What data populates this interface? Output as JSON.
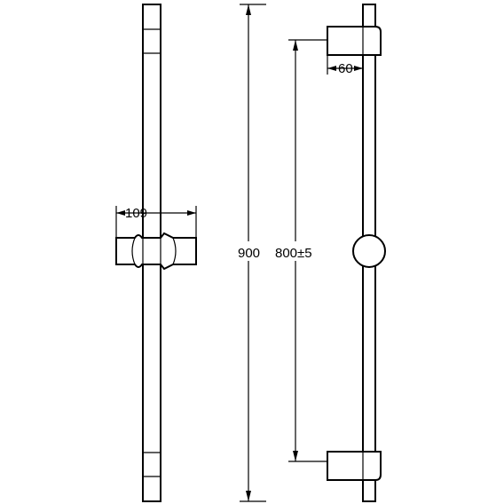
{
  "drawing": {
    "type": "technical-drawing",
    "subject": "shower rail with sliding holder",
    "line_color": "#000000",
    "background": "#ffffff",
    "dimensions": {
      "holder_width": "109",
      "bracket_depth": "60",
      "overall_height": "900",
      "bracket_spacing": "800±5"
    }
  }
}
